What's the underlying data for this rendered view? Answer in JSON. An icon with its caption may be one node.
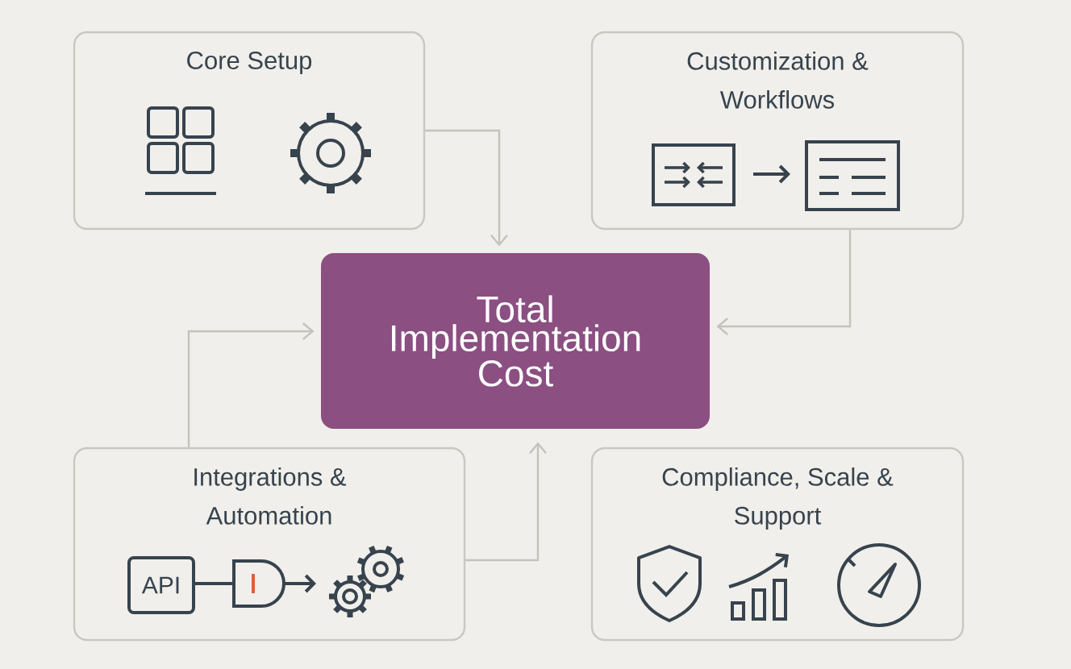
{
  "diagram": {
    "nodes": [
      {
        "text": [
          "Core Setup"
        ]
      },
      {
        "text": [
          "Customization & Workflows"
        ]
      },
      {
        "text": [
          "Total Implementation Cost"
        ]
      },
      {
        "text": [
          "Integrations & Automation"
        ]
      },
      {
        "text": [
          "Compliance, Scale & Support"
        ]
      }
    ],
    "edges": [
      {
        "from": 0,
        "to": 2,
        "arrow": "to"
      },
      {
        "from": 1,
        "to": 2,
        "arrow": "to"
      },
      {
        "from": 3,
        "to": 2,
        "arrow": "to"
      },
      {
        "from": 3,
        "to": 2,
        "arrow": "to"
      }
    ],
    "labels": [
      "API"
    ]
  }
}
